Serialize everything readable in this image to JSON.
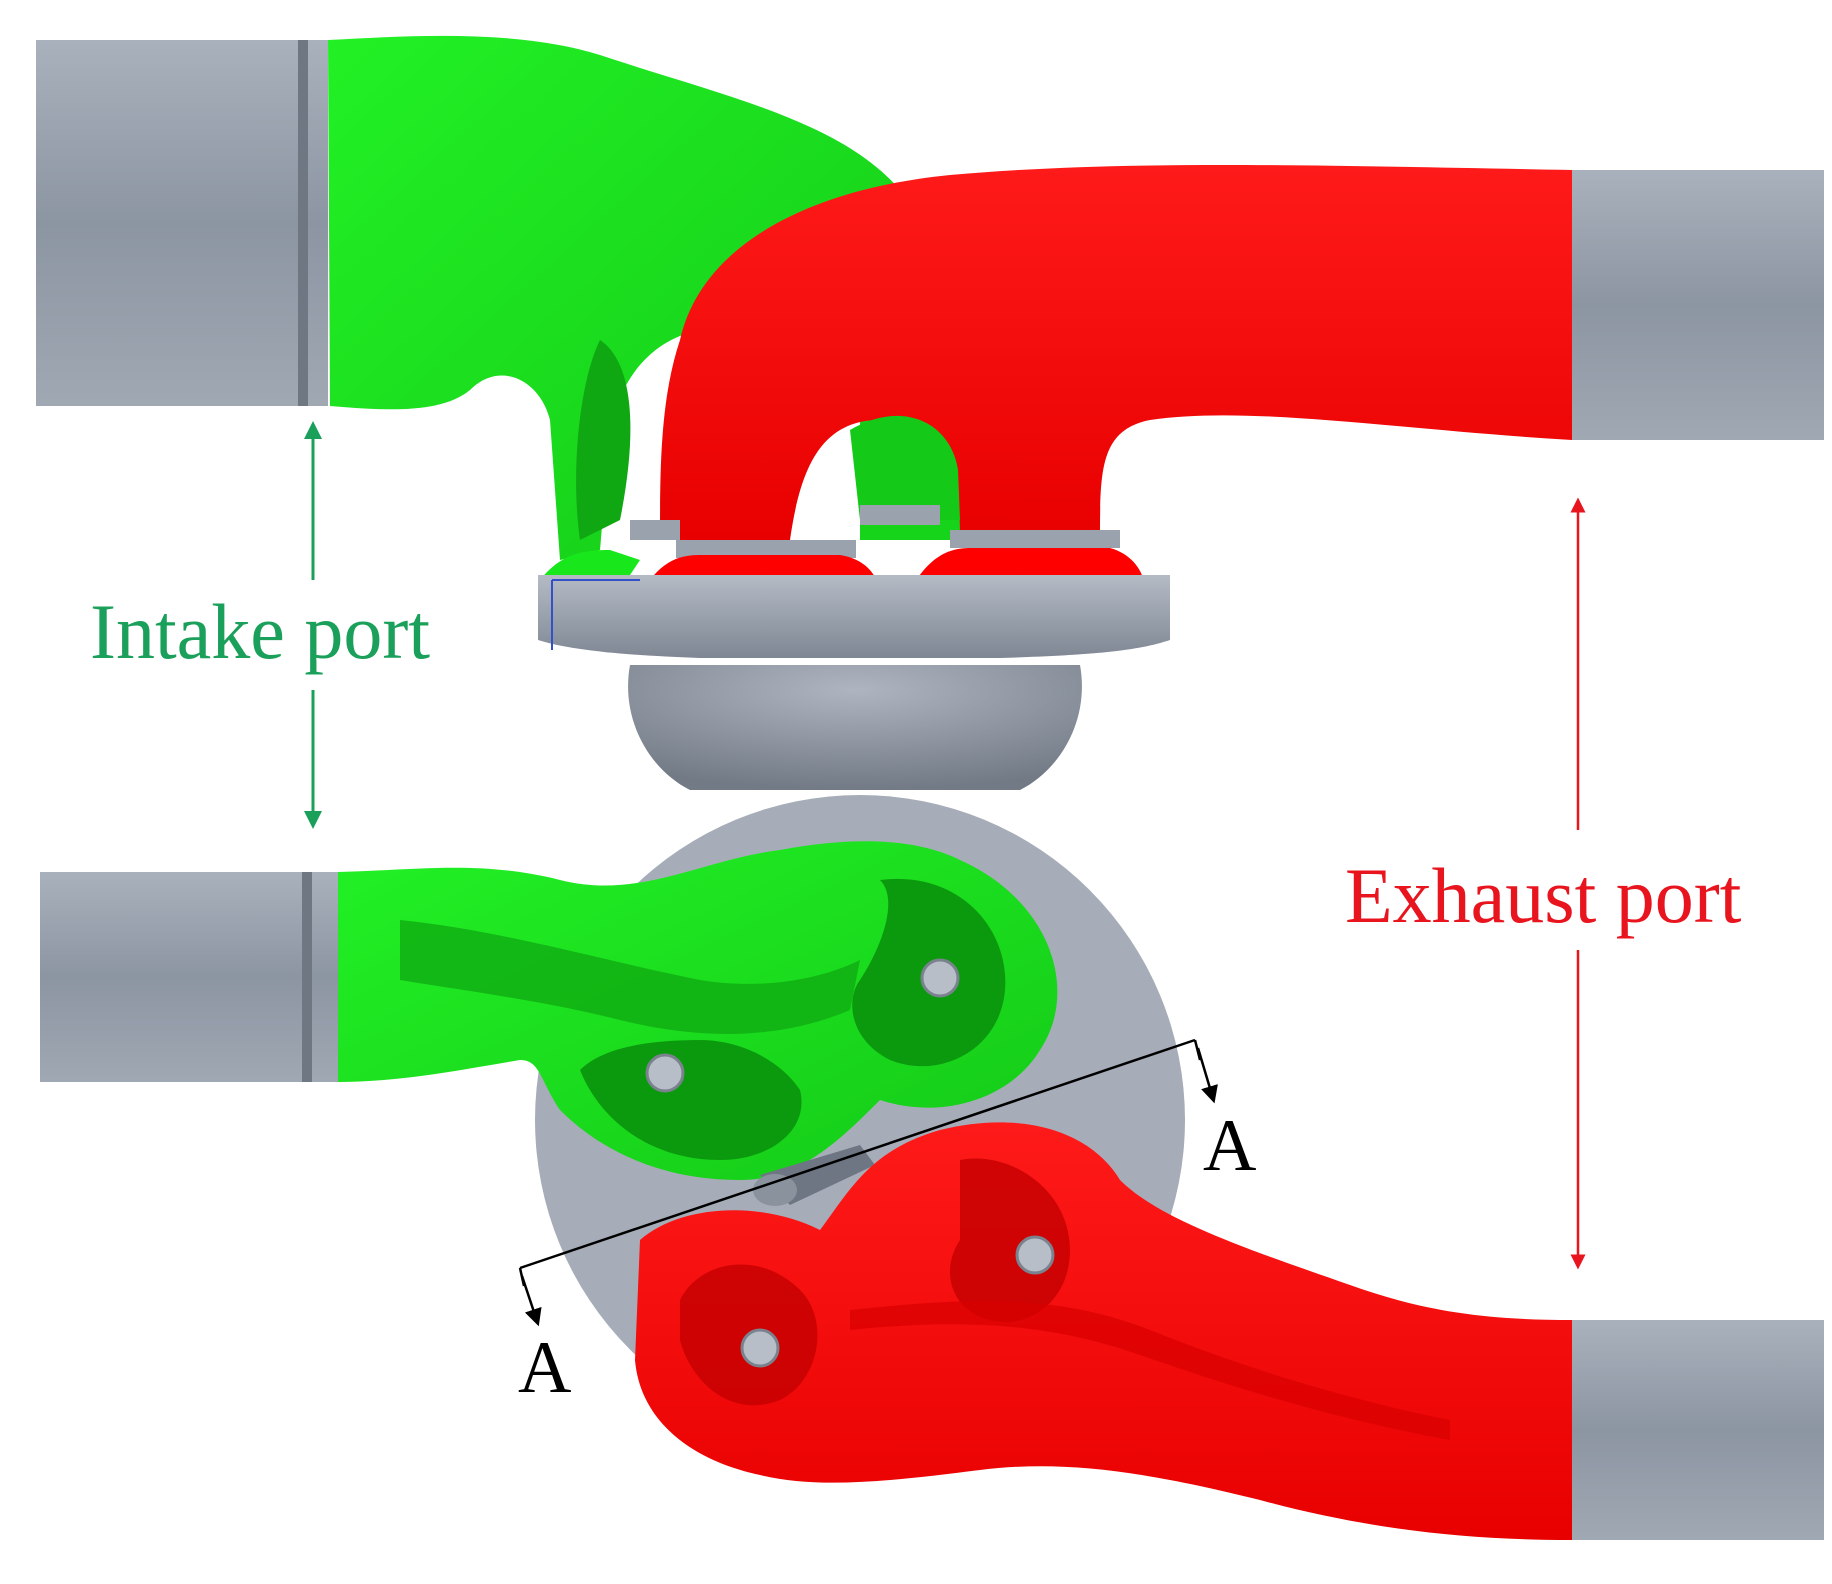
{
  "labels": {
    "intake_port": "Intake port",
    "exhaust_port": "Exhaust port",
    "section_mark_upper": "A",
    "section_mark_lower": "A"
  },
  "colors": {
    "intake": "#18e81b",
    "intake_dark": "#0c9a10",
    "exhaust": "#ff0000",
    "exhaust_dark": "#b00000",
    "metal": "#8f98a5",
    "metal_light": "#b3bac4",
    "metal_dark": "#5f6672",
    "intake_label": "#1aa05a",
    "exhaust_label": "#e8141e",
    "section_line": "#000000"
  },
  "icons": {
    "intake_arrow": "double-arrow-vertical",
    "exhaust_arrow": "double-arrow-vertical",
    "section_arrow": "arrow-down"
  }
}
